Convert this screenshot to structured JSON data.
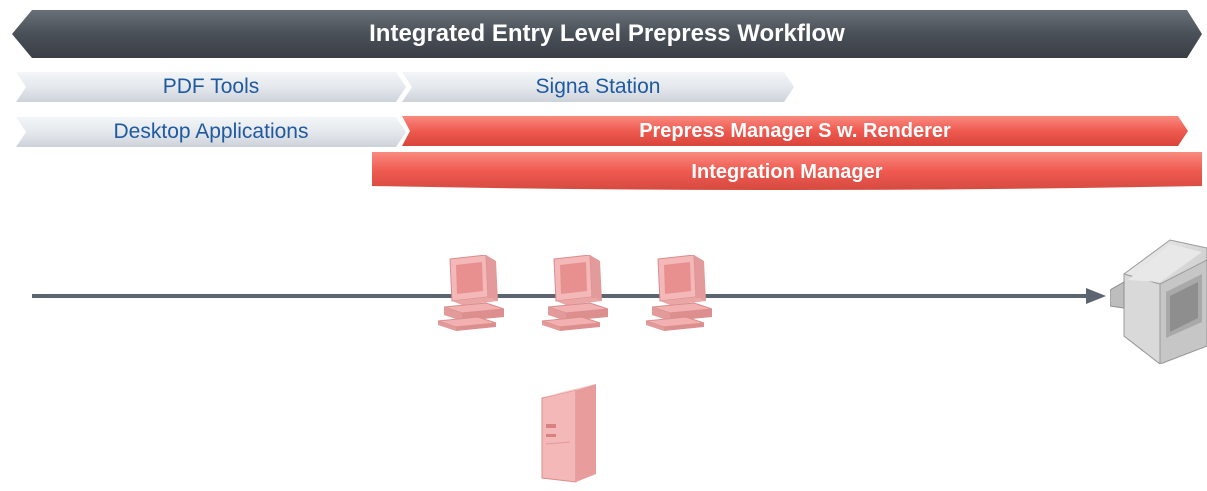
{
  "banner": {
    "title": "Integrated Entry Level Prepress Workflow"
  },
  "row1": {
    "left": "PDF Tools",
    "right": "Signa Station"
  },
  "row2": {
    "left": "Desktop Applications",
    "right": "Prepress Manager S w. Renderer"
  },
  "row3": {
    "label": "Integration Manager"
  },
  "colors": {
    "banner_dark": "#4a5058",
    "chevron_light": "#e6e9ee",
    "chevron_text": "#1f5aa0",
    "red_band": "#ef5a50",
    "arrow": "#5b6470",
    "device_pink": "#f2a9a9"
  },
  "icons": [
    "workstation-icon",
    "workstation-icon",
    "workstation-icon",
    "server-tower-icon",
    "printer-device-icon"
  ]
}
